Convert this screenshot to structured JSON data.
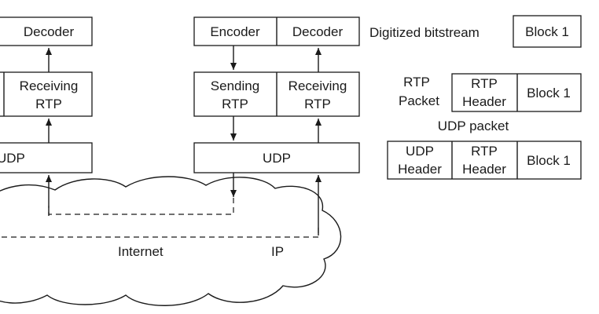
{
  "left_stack": {
    "decoder": "Decoder",
    "receiving_line1": "Receiving",
    "receiving_line2": "RTP",
    "udp": "UDP"
  },
  "right_stack": {
    "encoder": "Encoder",
    "decoder": "Decoder",
    "sending_line1": "Sending",
    "sending_line2": "RTP",
    "receiving_line1": "Receiving",
    "receiving_line2": "RTP",
    "udp": "UDP"
  },
  "network": {
    "internet": "Internet",
    "ip": "IP"
  },
  "legend": {
    "digitized_bitstream": "Digitized bitstream",
    "block1": "Block 1",
    "rtp_packet_line1": "RTP",
    "rtp_packet_line2": "Packet",
    "rtp_header_line1": "RTP",
    "rtp_header_line2": "Header",
    "udp_packet": "UDP packet",
    "udp_header_line1": "UDP",
    "udp_header_line2": "Header"
  }
}
